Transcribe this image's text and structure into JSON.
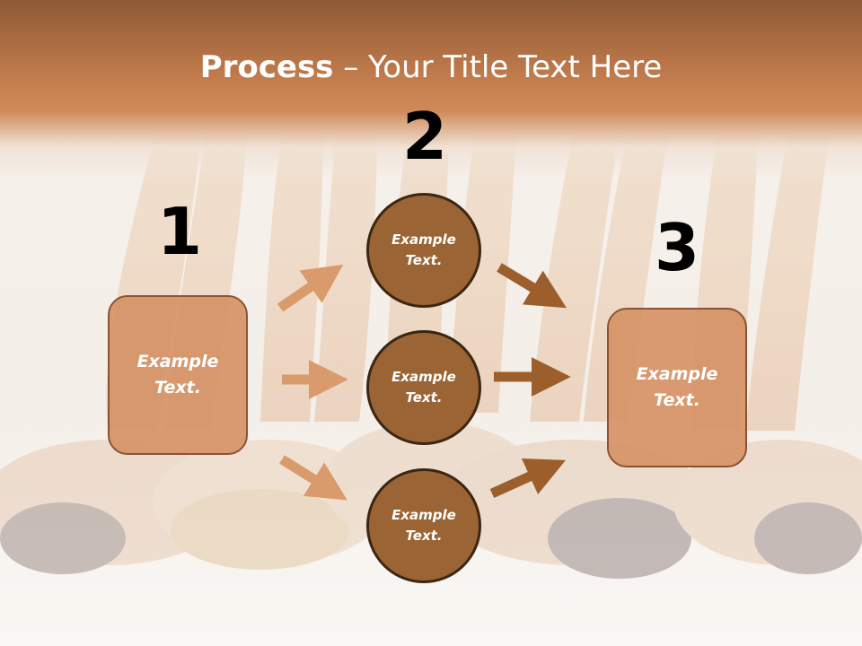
{
  "slide": {
    "title_bold": "Process",
    "title_rest": " – Your Title Text Here",
    "steps": [
      {
        "number": "1",
        "label": "Example Text."
      },
      {
        "number": "2",
        "label": "Example Text."
      },
      {
        "number": "3",
        "label": "Example Text."
      }
    ],
    "circles": [
      {
        "label": "Example Text."
      },
      {
        "label": "Example Text."
      },
      {
        "label": "Example Text."
      }
    ]
  },
  "colors": {
    "header": "#c47d4d",
    "box_fill": "#d69266",
    "circle_fill": "#9a6434",
    "arrow_light": "#d99a6c",
    "arrow_dark": "#9c5f2c"
  }
}
